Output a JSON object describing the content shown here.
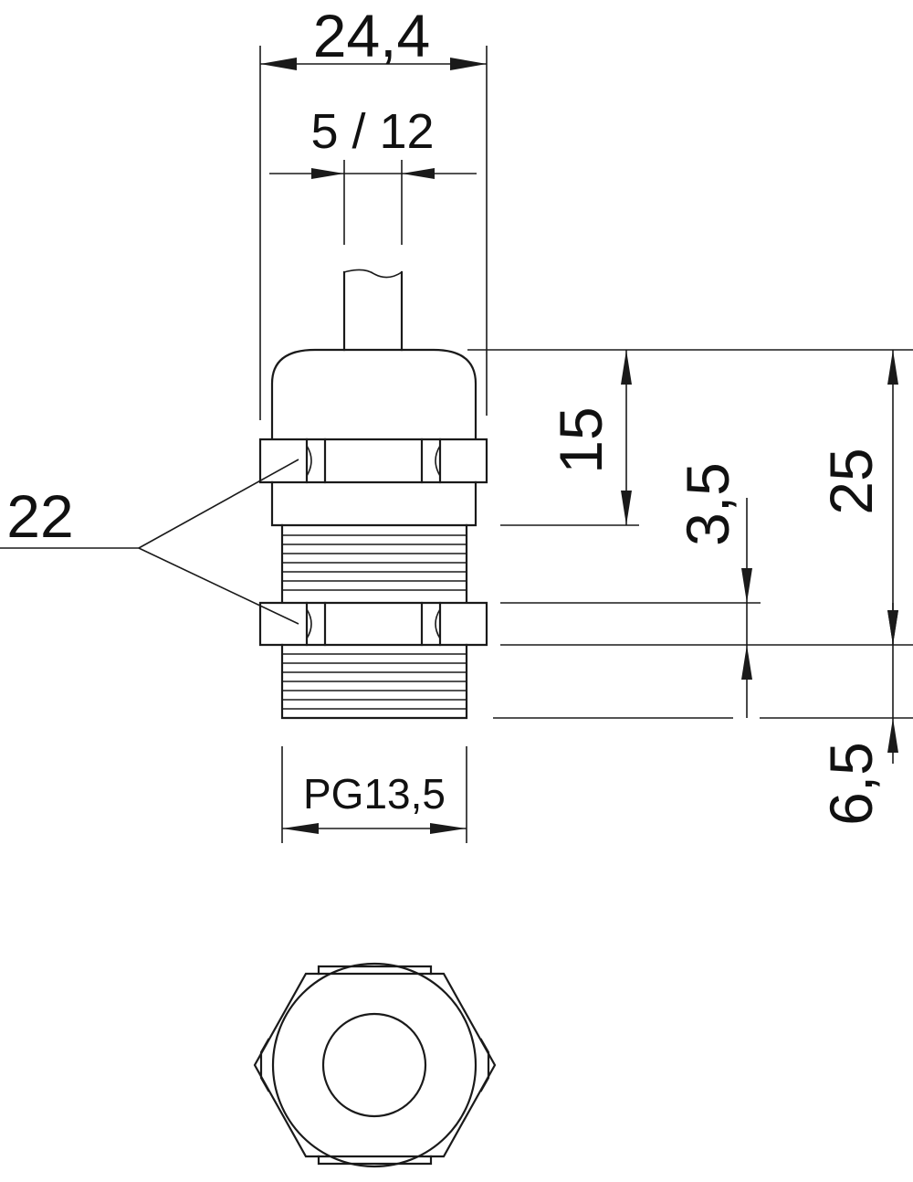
{
  "drawing": {
    "colors": {
      "line": "#1a1a1a",
      "background": "#ffffff"
    },
    "dimensions": {
      "overall_width": "24,4",
      "cable_range": "5 / 12",
      "wrench_size": "22",
      "cap_height": "15",
      "locknut_height": "3,5",
      "total_height": "25",
      "thread_length": "6,5",
      "thread_size": "PG13,5"
    }
  }
}
